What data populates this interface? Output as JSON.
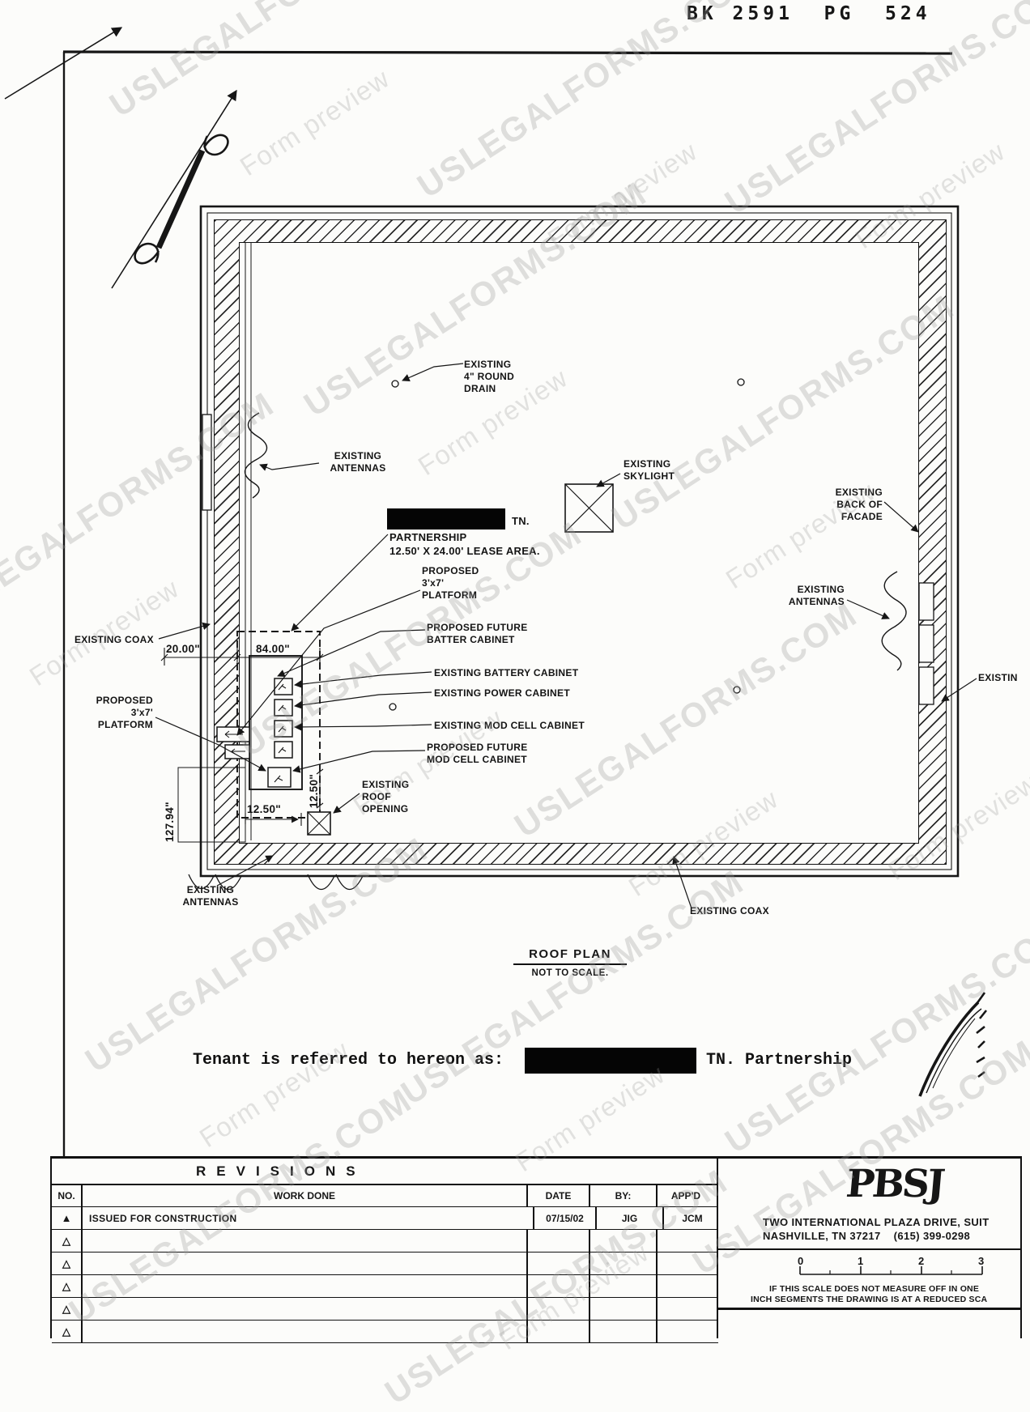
{
  "stamp": {
    "book_page": "BK 2591  PG  524"
  },
  "watermark": {
    "site": "USLEGALFORMS.COM",
    "preview": "Form preview"
  },
  "plan": {
    "title": "ROOF PLAN",
    "subtitle": "NOT TO SCALE.",
    "labels": {
      "drain": [
        "EXISTING",
        "4\" ROUND",
        "DRAIN"
      ],
      "antennas_left": [
        "EXISTING",
        "ANTENNAS"
      ],
      "skylight": [
        "EXISTING",
        "SKYLIGHT"
      ],
      "tn_suffix": "TN.",
      "partnership": "PARTNERSHIP",
      "lease_area": "12.50' X 24.00' LEASE AREA.",
      "platform_top": [
        "PROPOSED",
        "3'x7'",
        "PLATFORM"
      ],
      "future_battery": [
        "PROPOSED FUTURE",
        "BATTER CABINET"
      ],
      "battery": "EXISTING BATTERY CABINET",
      "power": "EXISTING POWER CABINET",
      "mod_cell": "EXISTING MOD CELL CABINET",
      "future_mod_cell": [
        "PROPOSED FUTURE",
        "MOD CELL CABINET"
      ],
      "roof_opening": [
        "EXISTING",
        "ROOF",
        "OPENING"
      ],
      "coax_left": "EXISTING COAX",
      "platform_left": [
        "PROPOSED",
        "3'x7'",
        "PLATFORM"
      ],
      "antennas_bottom": [
        "EXISTING",
        "ANTENNAS"
      ],
      "coax_bottom": "EXISTING COAX",
      "back_facade": [
        "EXISTING",
        "BACK OF",
        "FACADE"
      ],
      "antennas_right": [
        "EXISTING",
        "ANTENNAS"
      ],
      "facade_clipped": "EXISTIN"
    },
    "dimensions": {
      "gap": "20.00\"",
      "lease_width": "84.00\"",
      "height": "127.94\"",
      "depth": "12.50\"",
      "opening": "12.50\""
    }
  },
  "tenant_note": {
    "prefix": "Tenant is referred to hereon as:",
    "suffix": "TN. Partnership"
  },
  "title_block": {
    "revisions_title": "REVISIONS",
    "columns": [
      "NO.",
      "WORK DONE",
      "DATE",
      "BY:",
      "APP'D"
    ],
    "rows": [
      {
        "work": "ISSUED FOR CONSTRUCTION",
        "date": "07/15/02",
        "by": "JIG",
        "appd": "JCM"
      }
    ],
    "company": {
      "logo": "PBSJ",
      "address_line1": "TWO INTERNATIONAL PLAZA DRIVE, SUIT",
      "address_line2": "NASHVILLE, TN 37217    (615) 399-0298"
    },
    "scale": {
      "ticks": [
        "0",
        "1",
        "2",
        "3"
      ],
      "note_line1": "IF THIS SCALE DOES NOT MEASURE OFF IN ONE",
      "note_line2": "INCH SEGMENTS THE DRAWING IS AT A REDUCED SCA"
    }
  },
  "icons": {
    "revision_delta_filled": "▲",
    "revision_delta": "△"
  }
}
